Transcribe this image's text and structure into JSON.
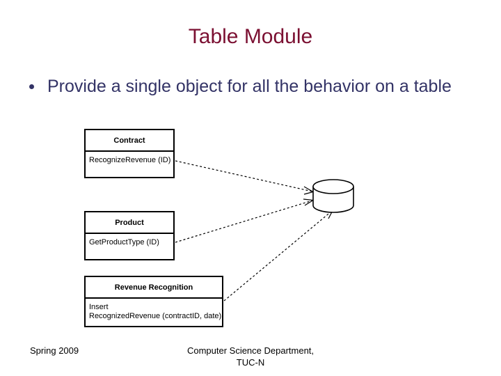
{
  "slide": {
    "title": "Table Module",
    "bullets": [
      "Provide a single object for all the behavior on a table"
    ],
    "footer": {
      "left": "Spring 2009",
      "center_line1": "Computer Science Department,",
      "center_line2": "TUC-N"
    },
    "colors": {
      "title": "#7b1032",
      "body_text": "#333366",
      "diagram_stroke": "#000000",
      "background": "#ffffff"
    }
  },
  "diagram": {
    "type": "uml-class-diagram",
    "classes": [
      {
        "name": "Contract",
        "operations": [
          "RecognizeRevenue (ID)"
        ]
      },
      {
        "name": "Product",
        "operations": [
          "GetProductType (ID)"
        ]
      },
      {
        "name": "Revenue Recognition",
        "operations": [
          "Insert",
          "RecognizedRevenue (contractID, date)"
        ]
      }
    ],
    "datastore": {
      "label": "",
      "shape": "database-cylinder"
    },
    "connections": [
      {
        "from": "Contract",
        "to": "datastore",
        "style": "dashed-arrow"
      },
      {
        "from": "Product",
        "to": "datastore",
        "style": "dashed-arrow"
      },
      {
        "from": "Revenue Recognition",
        "to": "datastore",
        "style": "dashed-arrow"
      }
    ]
  }
}
